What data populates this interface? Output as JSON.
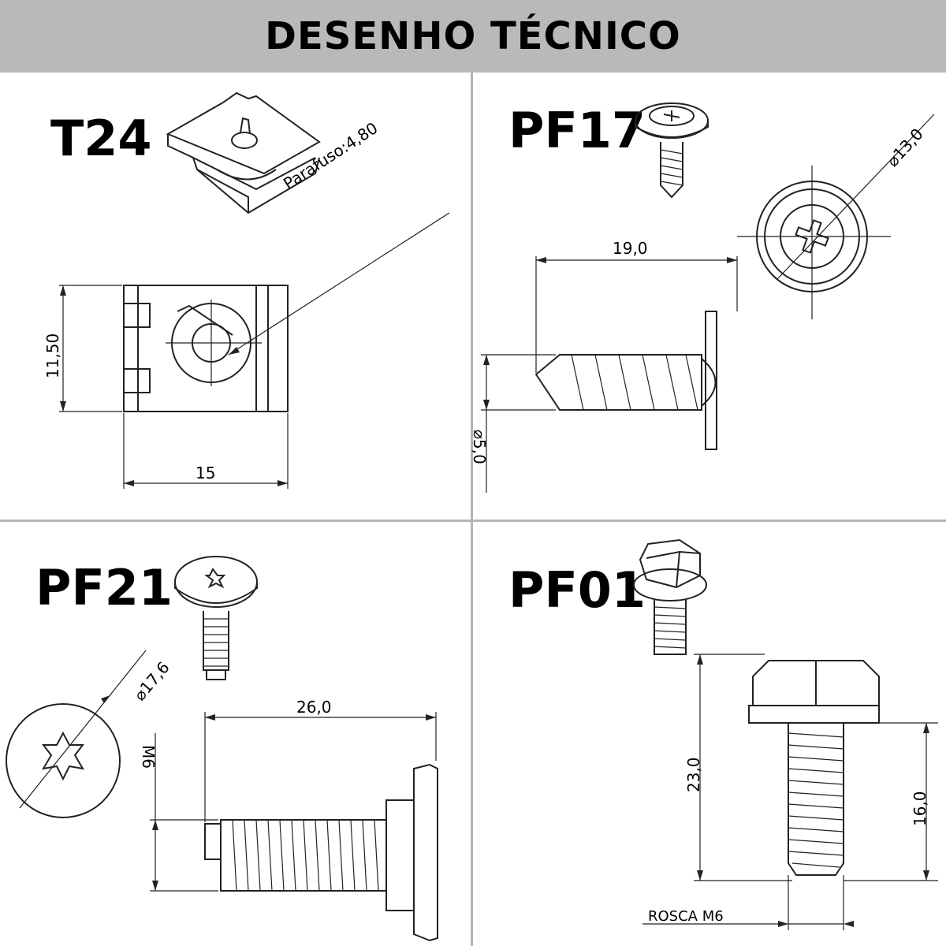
{
  "title": "DESENHO TÉCNICO",
  "panels": {
    "t24": {
      "code": "T24",
      "dim_screw": "Parafuso:4,80",
      "dim_height": "11,50",
      "dim_width": "15"
    },
    "pf17": {
      "code": "PF17",
      "dim_head_diameter": "13,0",
      "dim_length": "19,0",
      "dim_shank_diameter": "5,0"
    },
    "pf21": {
      "code": "PF21",
      "dim_head_diameter": "17,6",
      "dim_length": "26,0",
      "dim_thread": "M6"
    },
    "pf01": {
      "code": "PF01",
      "dim_total_length": "23,0",
      "dim_thread_length": "16,0",
      "dim_thread": "ROSCA M6"
    }
  },
  "symbols": {
    "diameter": "⌀"
  }
}
